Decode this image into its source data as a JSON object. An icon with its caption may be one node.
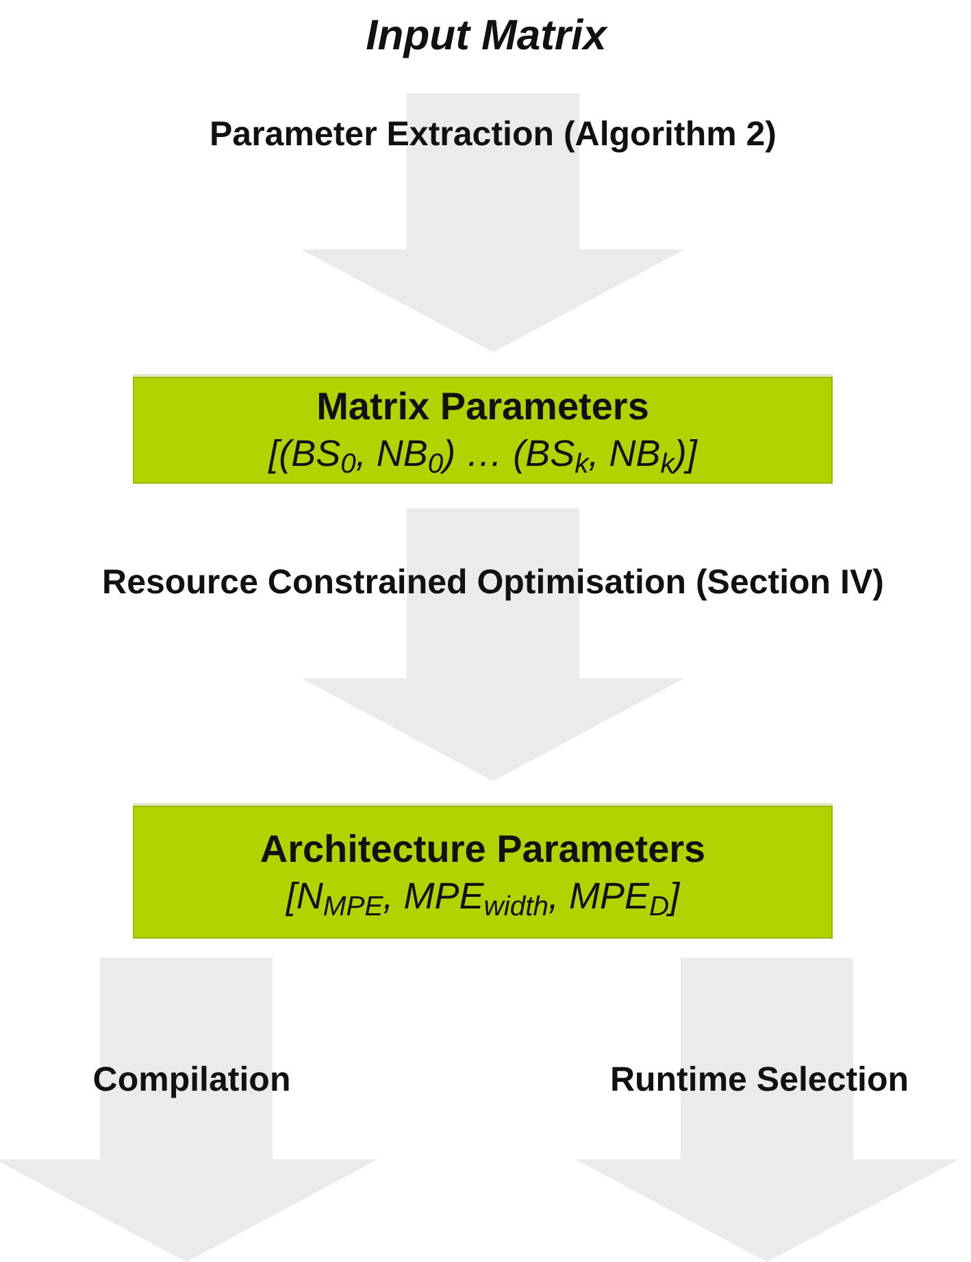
{
  "diagram": {
    "nodes": [
      {
        "text": [
          "Input Matrix"
        ]
      },
      {
        "text": [
          "Matrix Parameters",
          "[(BS$_{0}$, NB$_{0}$) … (BS$_{k}$, NB$_{k}$)]"
        ]
      },
      {
        "text": [
          "Architecture Parameters",
          "[N$_{MPE}$, MPE$_{width}$, MPE$_{D}$]"
        ]
      }
    ],
    "edges": [
      {
        "from": 0,
        "to": 1,
        "arrow": "to",
        "label": "Parameter Extraction (Algorithm 2)",
        "style": "thick"
      },
      {
        "from": 1,
        "to": 2,
        "arrow": "to",
        "label": "Resource Constrained Optimisation (Section IV)",
        "style": "thick"
      },
      {
        "from": 2,
        "to": null,
        "arrow": "to",
        "label": "Compilation",
        "style": "thick"
      },
      {
        "from": 2,
        "to": null,
        "arrow": "to",
        "label": "Runtime Selection",
        "style": "thick"
      }
    ]
  }
}
